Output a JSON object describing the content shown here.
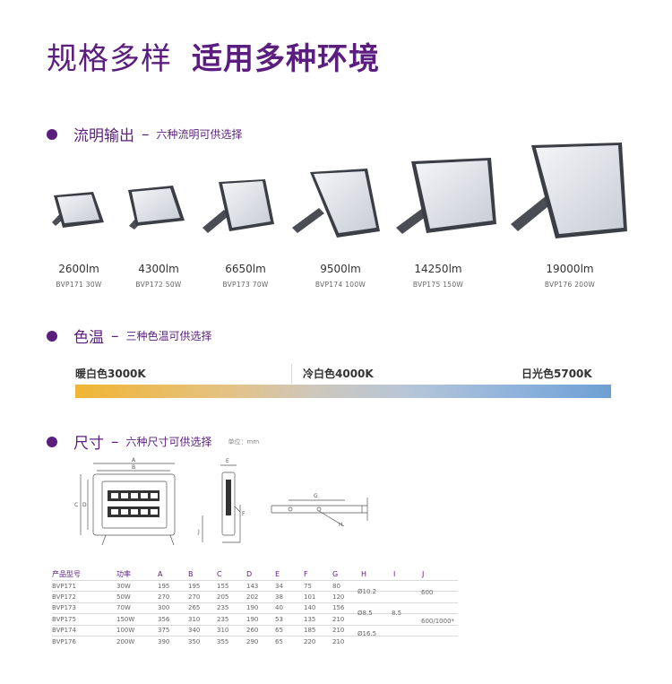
{
  "header": {
    "title_light": "规格多样",
    "title_bold": "适用多种环境"
  },
  "section_flux": {
    "title": "流明输出",
    "dash": "–",
    "subtitle": "六种流明可供选择"
  },
  "products": [
    {
      "lumen": "2600lm",
      "model": "BVP171 30W"
    },
    {
      "lumen": "4300lm",
      "model": "BVP172 50W"
    },
    {
      "lumen": "6650lm",
      "model": "BVP173 70W"
    },
    {
      "lumen": "9500lm",
      "model": "BVP174 100W"
    },
    {
      "lumen": "14250lm",
      "model": "BVP175 150W"
    },
    {
      "lumen": "19000lm",
      "model": "BVP176 200W"
    }
  ],
  "section_cct": {
    "title": "色温",
    "dash": "–",
    "subtitle": "三种色温可供选择"
  },
  "cct": {
    "warm": "暖白色3000K",
    "cool": "冷白色4000K",
    "day": "日光色5700K",
    "colors": {
      "warm": "#f0b533",
      "cool": "#c9c7c1",
      "day": "#6d9fd4"
    }
  },
  "section_size": {
    "title": "尺寸",
    "dash": "–",
    "subtitle": "六种尺寸可供选择",
    "unit": "单位：mm"
  },
  "dim_labels": [
    "A",
    "B",
    "C",
    "D",
    "E",
    "F",
    "G",
    "H",
    "J"
  ],
  "spec_table": {
    "headers": [
      "产品型号",
      "功率",
      "A",
      "B",
      "C",
      "D",
      "E",
      "F",
      "G",
      "H",
      "I",
      "J"
    ],
    "rows": [
      [
        "BVP171",
        "30W",
        "195",
        "195",
        "155",
        "143",
        "34",
        "75",
        "80"
      ],
      [
        "BVP172",
        "50W",
        "270",
        "270",
        "205",
        "202",
        "38",
        "101",
        "120"
      ],
      [
        "BVP173",
        "70W",
        "300",
        "265",
        "235",
        "190",
        "40",
        "140",
        "156"
      ],
      [
        "BVP175",
        "150W",
        "356",
        "310",
        "235",
        "190",
        "53",
        "135",
        "210"
      ],
      [
        "BVP174",
        "100W",
        "375",
        "340",
        "310",
        "260",
        "65",
        "185",
        "210"
      ],
      [
        "BVP176",
        "200W",
        "390",
        "350",
        "355",
        "290",
        "65",
        "220",
        "210"
      ]
    ],
    "h_values": [
      "Ø10.2",
      "Ø8.5",
      "Ø16.5"
    ],
    "i_value": "8.5",
    "j_values": [
      "600",
      "600/1000*"
    ]
  },
  "colors": {
    "brand": "#5b1e7f"
  }
}
